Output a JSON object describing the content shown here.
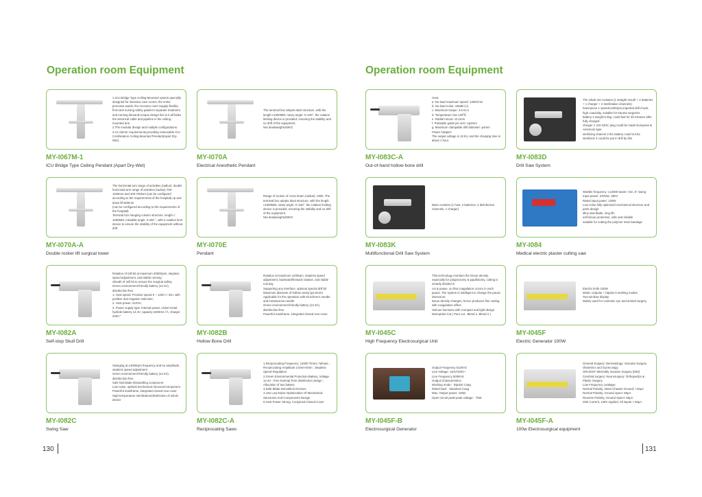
{
  "left": {
    "title": "Operation room Equipment",
    "page": "130",
    "items": [
      {
        "model": "MY-I067M-1",
        "name": "ICU Bridge Type Ceiling Pendant (Apart Dry-Wet)",
        "desc": "1.ICU Bridge Type Ceiling-Mounted system,specially designed for intensive care rooms, the entire processs wards, the recovery room Supply flexible, first-rank nursing safety patient's separate treatment and nursing demand.Unique design lies in it all hides the electrical cable and pipeline in the ceiling-mounted arm.\n2.The modular design and multiple configurations.\n3.As clients' requirements,providing reasonable ICU Combination Ceiling-Mounted Pendant(Apart Dry-Wet).",
        "img": "pendant"
      },
      {
        "model": "MY-I070A",
        "name": "Electrical Anesthetic Pendant",
        "desc": "The terminal box adopts davit structure, with the length ≤1000MM, rotary angle: 0~340°, the rotation limiting device is provided, ensuring the stability and no drift of the equipment.\nNet deadweight≤50KG",
        "img": "pendant"
      },
      {
        "model": "MY-I070A-A",
        "name": "Double rocker lift surgical tower",
        "desc": "The horizontal arm range of activities (radius): double horizontal arm range of activities (radius) 700-1100mm and 400-700mm (can be configured according to the requirements of the hospital) up and down lift 500mm\n(can be configured according to the requirements of the hospital).\nTerminal box hanging column structure, length ≤ 1000MM, rotatable angle: 0-340 °, with a rotation limit device to ensure the stability of the equipment without drift.",
        "img": "pendant"
      },
      {
        "model": "MY-I070E",
        "name": "Pendant",
        "desc": "Range of motion of cross beam (radius): ≥800, The terminal box adopts davit structure, with the length ≤1000MM, rotary angle: 0~340°, the rotation limiting device is provided, ensuring the stability and no drift of the equipment.\nNet deadweight≤50KG",
        "img": "pendant"
      },
      {
        "model": "MY-I082A",
        "name": "Self-stop Skull Drill",
        "desc": "Rotation of mill bit at maximum 30000rpm, stepless speed adjustment, and stable running\nSheath of mill bit to ensure the surgical safety\nGreen environment-friendly battery (14.4V), disinfection-free\n1. Host speed: Promise speed 0 ~ 1200 r / min, with positive and negative selection;\n2. Host power: 210VA;\n3. Power supply type: internal power, nickel-metal hydride battery 14.4V, capacity 1800mA / h, charger 220V.\"",
        "img": "drill"
      },
      {
        "model": "MY-I082B",
        "name": "Hollow Bone Drill",
        "desc": "Rotation at maximum 1200rpm, stepless speed adjustment, backward/forward rotation, and stable running\nSupporting any interface, optional special drill bit\nMaximum diameter of hollow cavity (φ4.5mm)\nApplicable for the operation with Kirschner's needle and intramarrow needle\nGreen environment-friendly battery (14.4V), disinfection-free\nPowerful mainframe, integrated closed rear cover",
        "img": "drill"
      },
      {
        "model": "MY-I082C",
        "name": "Swing Saw",
        "desc": "Swinging at 14000rpm frequency and 5o amplitude, stepless speed adjustment\nGreen environment-friendly battery (14.4V), disinfection-free\nSafe fast blade-dismantling component\nLow noise, optimal mechanical structure/component\nPowerful mainframe, integrated closed rear cover\nHigh-temperature sterilization/disinfection of whole device",
        "img": "drill"
      },
      {
        "model": "MY-I082C-A",
        "name": "Reciprocating Saws",
        "desc": "1.Reciprocating Frequency: 14000 Times / Minute ; Reciprocating Amplitude 2.5mm-5mm ; Stepless Speed Regulation\n2.Green Environmental Protection Battery, Voltage 14.4V ; Free Exempt from disinfection design ; Allocation of two battery\n3.Safe Blade Demolition Devices\n4.Use Low-Noise Optimization Of Mechanical Structures And Components Design\n5.Host Power Strong, Conjoined Closed Cover",
        "img": "drill"
      }
    ]
  },
  "right": {
    "title": "Operation room Equipment",
    "page": "131",
    "items": [
      {
        "model": "MY-I083C-A",
        "name": "Out-of-hand hollow bone drill",
        "desc": "Host:\n   a. No-load maximum speed: 1350r/min\n   b. No-load noise: ≤65dB (A)\n   c. Maximum torque: 3.5 N.m\n   d. Temperature rise ≤25℃\n   e. Radial runout: ≤0.1mm\n   f. Passable guide pin size: ≤φ2mm\n   g. Maximum clampable drill diameter: φ4mm\nPower Adapter:\nThe output voltage is 12.6V, and the charging time is about 1 hour.",
        "img": "drill"
      },
      {
        "model": "MY-I083D",
        "name": "Drill Saw System",
        "desc": "The whole set contains (1 straight mouth + 2 batteries + 1 charger + 2 sterilization channels)\nhand-piece   1   speed≥1200rpm,imported drill chuck, high coaxiality, suitable for trauma surgeries\nbattery   2   weight:0.4kg, could last for 30 minutes after fully charged\ncharger   1   110-220V, plug could be made European & American type\nsterilizing channel  2   the battery could not be sterilized, it could be put in drill by this",
        "img": "case"
      },
      {
        "model": "MY-I083K",
        "name": "Multifunctional Drill Saw System",
        "desc": "Base contains (1 host, 2 batteries, 2 disinfection channels, 1 charger)",
        "img": "case"
      },
      {
        "model": "MY-I084",
        "name": "Medical electric plaster cutting saw",
        "desc": "Wobble frequency: ≥12500 beats / min, 5° swing\nInput power: 220Vac, 50Hz\nRated input power: 120W\nLow noise fully optimized mechanical structure and parts design\nalloy saw blade, long life\nsoft tissue protection, safe and reliable\nsuitable for cutting the polymer resin bandage",
        "img": "bluecase"
      },
      {
        "model": "MY-I045C",
        "name": "High Frequency Electrosurgical Unit",
        "desc": "This technology monitors the tissue density, especially for polypectomy & papillotomy, cutting is smartly divided in\ncut & pause, so that coagulation occurs in each pause. The system is intelligent to change the pause interval as\ntissue density changes, hence produces fine cutting with coagulation effect.\nVarious functions with Compact and light design\nMonopolar Cut ( Pure cut , Blend 1, Blend 2 )",
        "img": "box"
      },
      {
        "model": "MY-I045F",
        "name": "Electric Generator 100W",
        "desc": "Electric knife 100W\nMode: unipolar + bipolar 5 working modes\nTwo-window display\nMainly used for cosmetic eye and animal surgery",
        "img": "box"
      },
      {
        "model": "MY-I045F-B",
        "name": "Electrosurgical Generator",
        "desc": "Output Frequency 512KHz\nLine Voltage: 110V/220V~\nLine Frequency 50/60Hz\nOutput Characteristics:\nWorking mode：Bipolar Coag\nRated load：Standard Coag\nMax. Output power: 100Ω\nOpen-circuit peak-peak voltage：70W",
        "img": "brownbox"
      },
      {
        "model": "MY-I045F-A",
        "name": "100w Electrosurgical equipment",
        "desc": "General Surgery: Dermatology: Vascular Surgery Obstetrics and Gynecology\nORL/ENT: Minimally Invasive Surgery (MIS)\nCerebral surgery: Neurosurgery: Orthopedics & Plastic Surgery\nLow Frequency Leakage:\nNormal Polarity, Intact Chassis Ground: <10μA\nNormal Polarity, Ground open< 50μA\nReverse Polarity, Ground Open< 50μA\nSink Current, 140V Applied, All inputs < 50μA",
        "img": "box"
      }
    ]
  }
}
